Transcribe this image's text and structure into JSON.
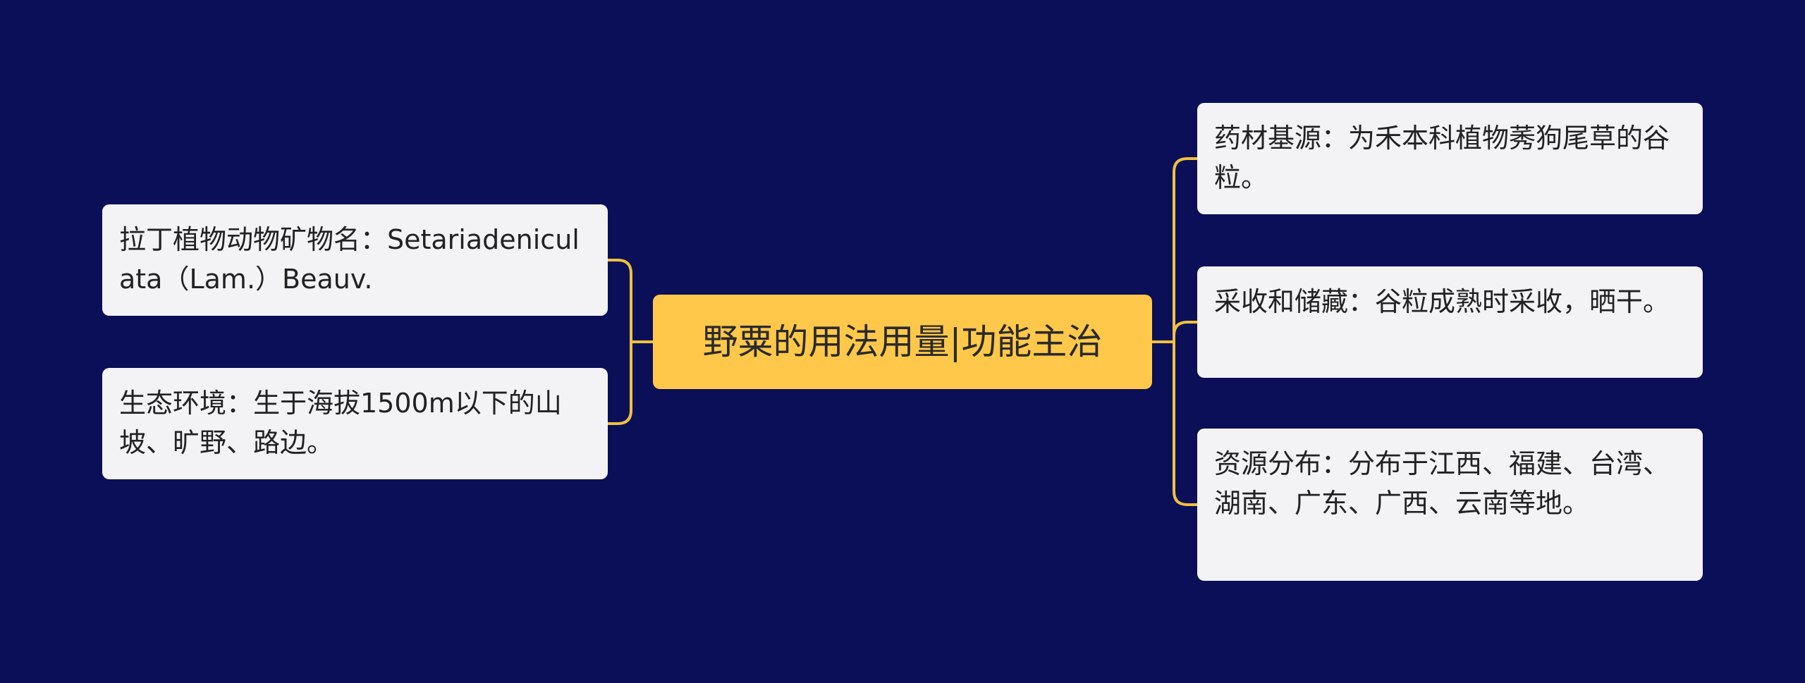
{
  "center": {
    "label": "野粟的用法用量|功能主治"
  },
  "left_nodes": [
    {
      "text": "拉丁植物动物矿物名：Setariadeniculata（Lam.）Beauv."
    },
    {
      "text": "生态环境：生于海拔1500m以下的山坡、旷野、路边。"
    }
  ],
  "right_nodes": [
    {
      "text": "药材基源：为禾本科植物莠狗尾草的谷粒。"
    },
    {
      "text": "采收和储藏：谷粒成熟时采收，晒干。"
    },
    {
      "text": "资源分布：分布于江西、福建、台湾、湖南、广东、广西、云南等地。"
    }
  ],
  "colors": {
    "background": "#0b0f58",
    "center_fill": "#ffc84a",
    "leaf_fill": "#f3f3f5",
    "connector": "#f0c040"
  }
}
